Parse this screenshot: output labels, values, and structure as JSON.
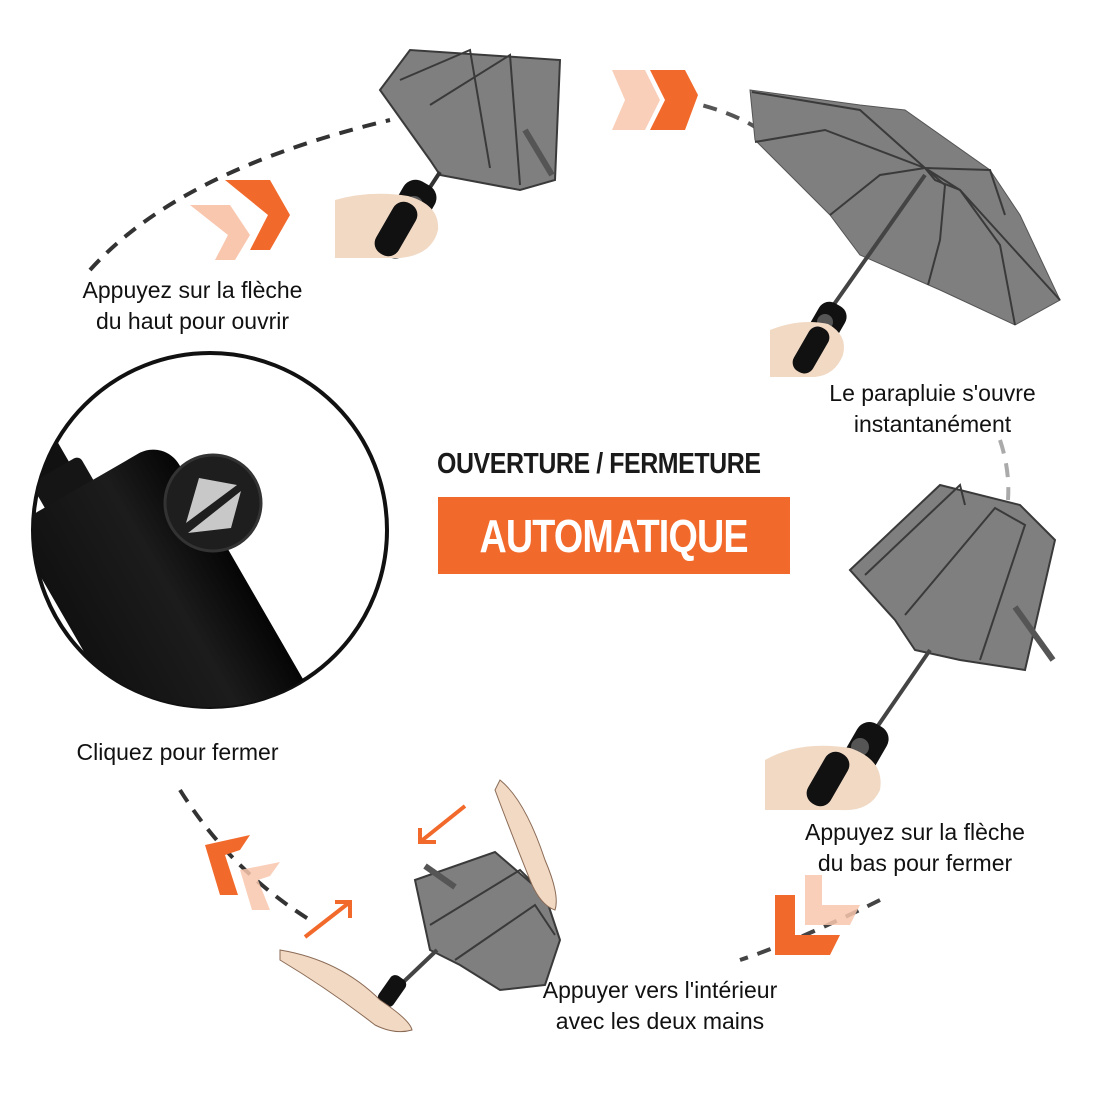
{
  "title": {
    "line1": "OUVERTURE / FERMETURE",
    "line2": "AUTOMATIQUE"
  },
  "colors": {
    "accent": "#f26a2b",
    "canopy": "#7f7f7f",
    "canopy_stroke": "#3a3a3a",
    "handle": "#111111",
    "skin": "#f1d9c4",
    "text": "#111111"
  },
  "steps": [
    {
      "id": "press-up",
      "line1": "Appuyez sur la flèche",
      "line2": "du haut pour ouvrir"
    },
    {
      "id": "opens",
      "line1": "Le parapluie s'ouvre",
      "line2": "instantanément"
    },
    {
      "id": "press-down",
      "line1": "Appuyez sur la flèche",
      "line2": "du bas pour fermer"
    },
    {
      "id": "push-in",
      "line1": "Appuyer vers l'intérieur",
      "line2": "avec les deux mains"
    },
    {
      "id": "click-close",
      "line1": "Cliquez pour fermer"
    }
  ],
  "icons": {
    "handle_button": "up-down-triangle-button-icon",
    "progress_arrows": "double-chevron-icon",
    "push_arrows": "diagonal-arrow-icon"
  }
}
